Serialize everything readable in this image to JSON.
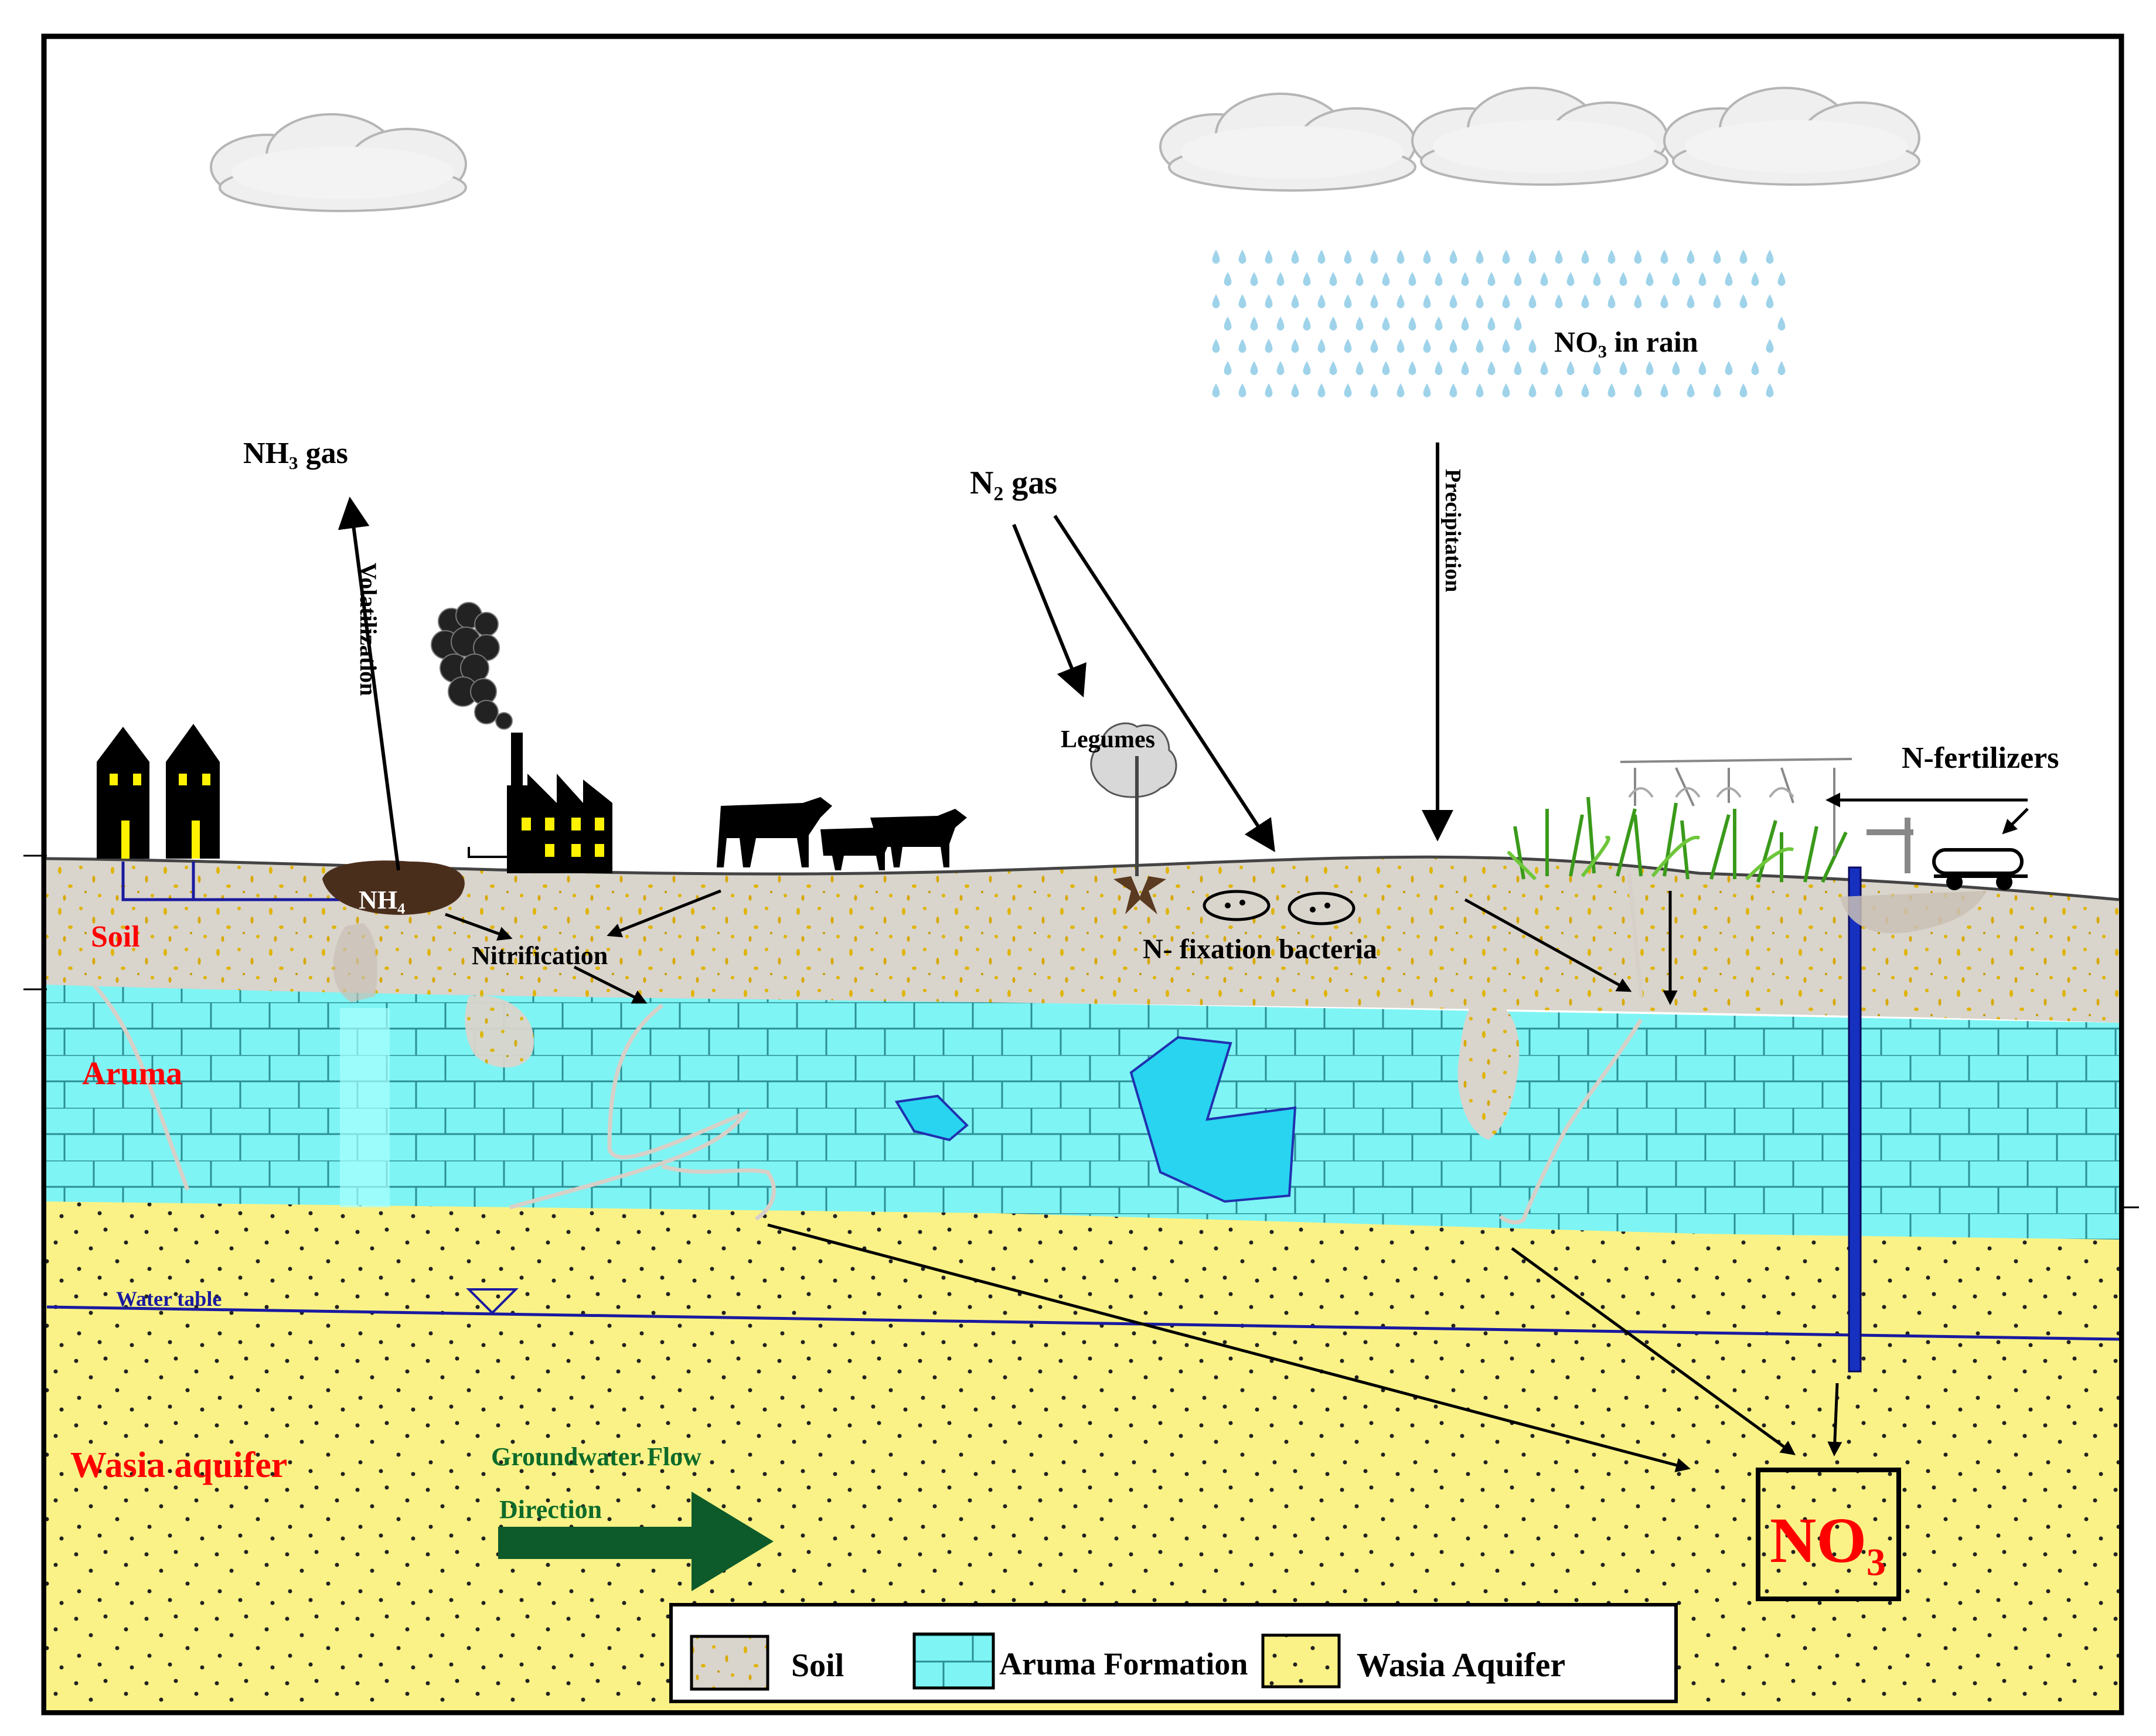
{
  "labels": {
    "nh3_gas": "NH₃ gas",
    "volatilization": "Volatilization",
    "n2_gas": "N₂ gas",
    "no3_rain": "NO₃ in rain",
    "precipitation": "Precipitation",
    "legumes": "Legumes",
    "n_fertilizers": "N-fertilizers",
    "nh4": "NH₄",
    "nitrification": "Nitrification",
    "n_fixation": "N- fixation bacteria",
    "soil": "Soil",
    "aruma": "Aruma",
    "wasia": "Wasia aquifer",
    "water_table": "Water table",
    "gw_flow_line1": "Groundwater Flow",
    "gw_flow_line2": "Direction",
    "no3_box": "NO₃"
  },
  "legend": {
    "soil": "Soil",
    "aruma": "Aruma Formation",
    "wasia": "Wasia Aquifer"
  },
  "colors": {
    "soil": "#d9d4cc",
    "aruma": "#7ff4f4",
    "wasia": "#faf286",
    "water_table": "#1a1aa0",
    "label_red": "#ff0000",
    "flow_arrow": "#0d5a2a"
  }
}
